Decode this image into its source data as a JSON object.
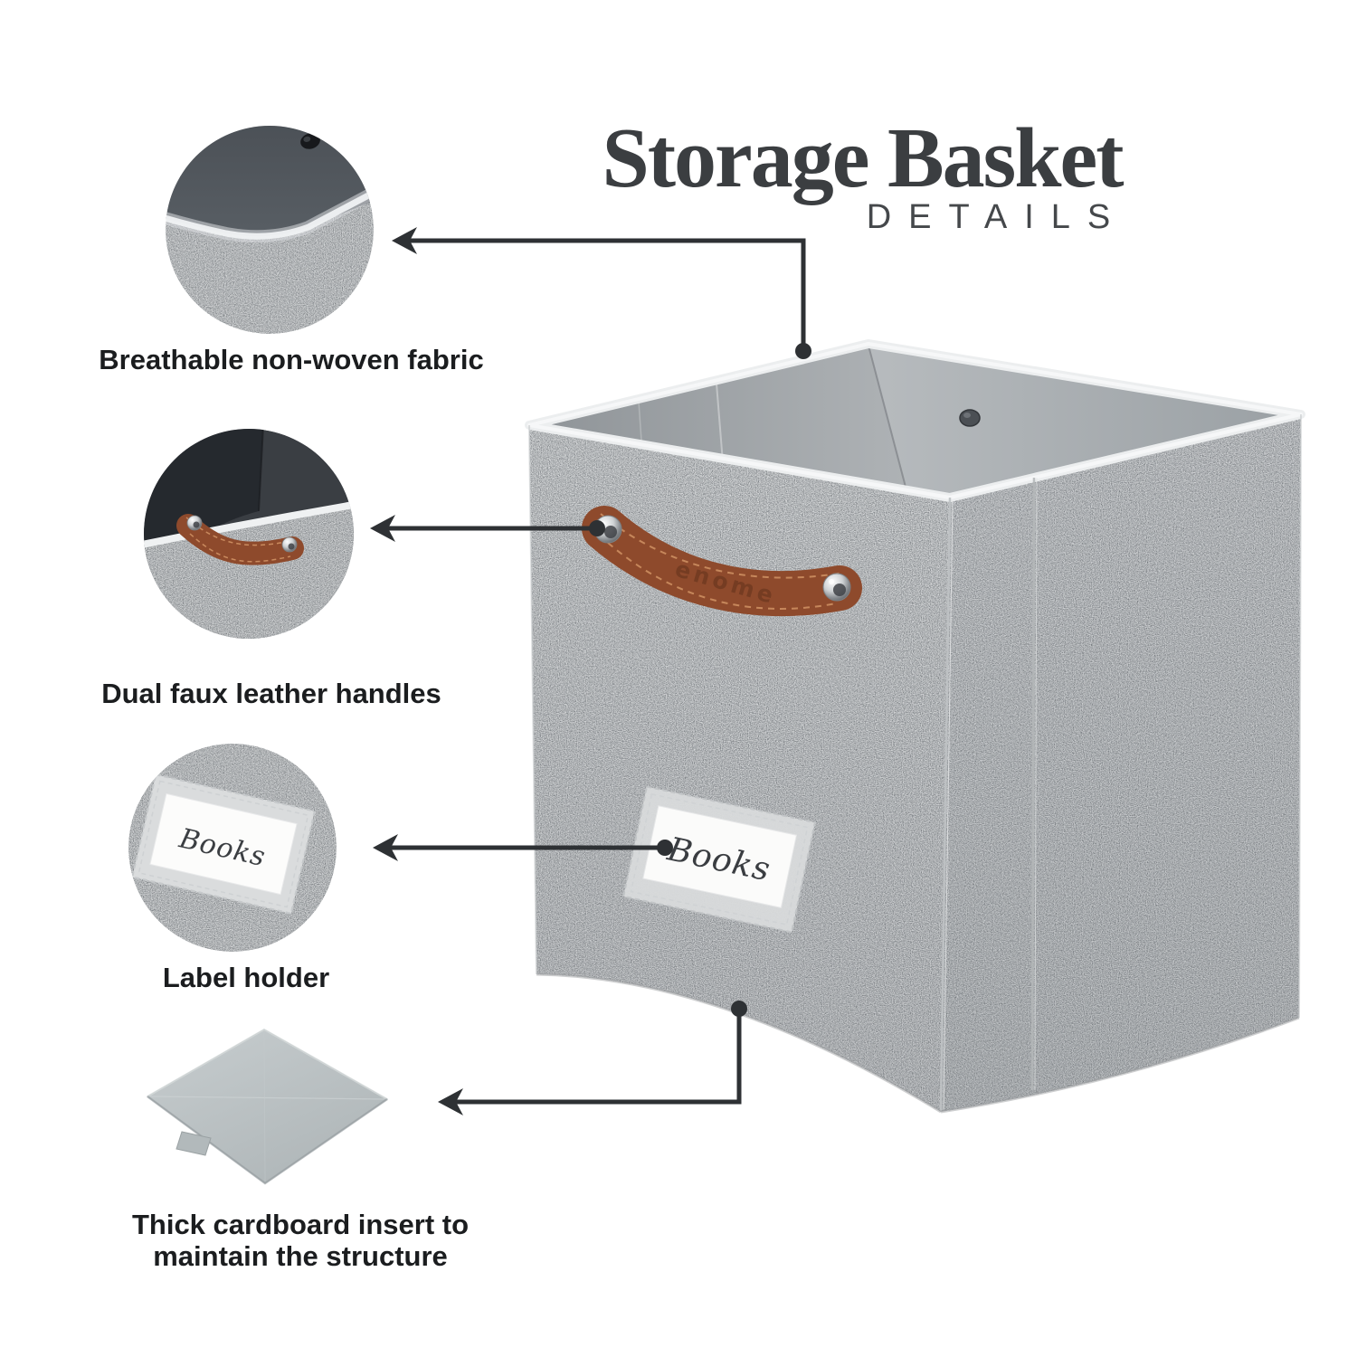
{
  "header": {
    "title": "Storage Basket",
    "subtitle": "DETAILS"
  },
  "callouts": [
    {
      "id": "fabric",
      "label": "Breathable non-woven fabric"
    },
    {
      "id": "handles",
      "label": "Dual faux leather handles"
    },
    {
      "id": "label-holder",
      "label": "Label holder",
      "preview_text": "Books"
    },
    {
      "id": "cardboard",
      "label": "Thick cardboard insert to\nmaintain the structure"
    }
  ],
  "product": {
    "name": "storage basket",
    "label_text": "Books",
    "handle_embossed_text": "enome"
  },
  "colors": {
    "background": "#ffffff",
    "fabric": "#d7d9da",
    "interior": "#a9adb0",
    "inner_dark": "#4a4f55",
    "handle_leather": "#8e4a2c",
    "connector": "#2e3134",
    "feature_label_text": "#1b1d1f",
    "title_text": "#3b3e41",
    "subtitle_text": "#45484b",
    "card_white": "#fbfbfa",
    "cardboard": "#bcc3c5"
  }
}
